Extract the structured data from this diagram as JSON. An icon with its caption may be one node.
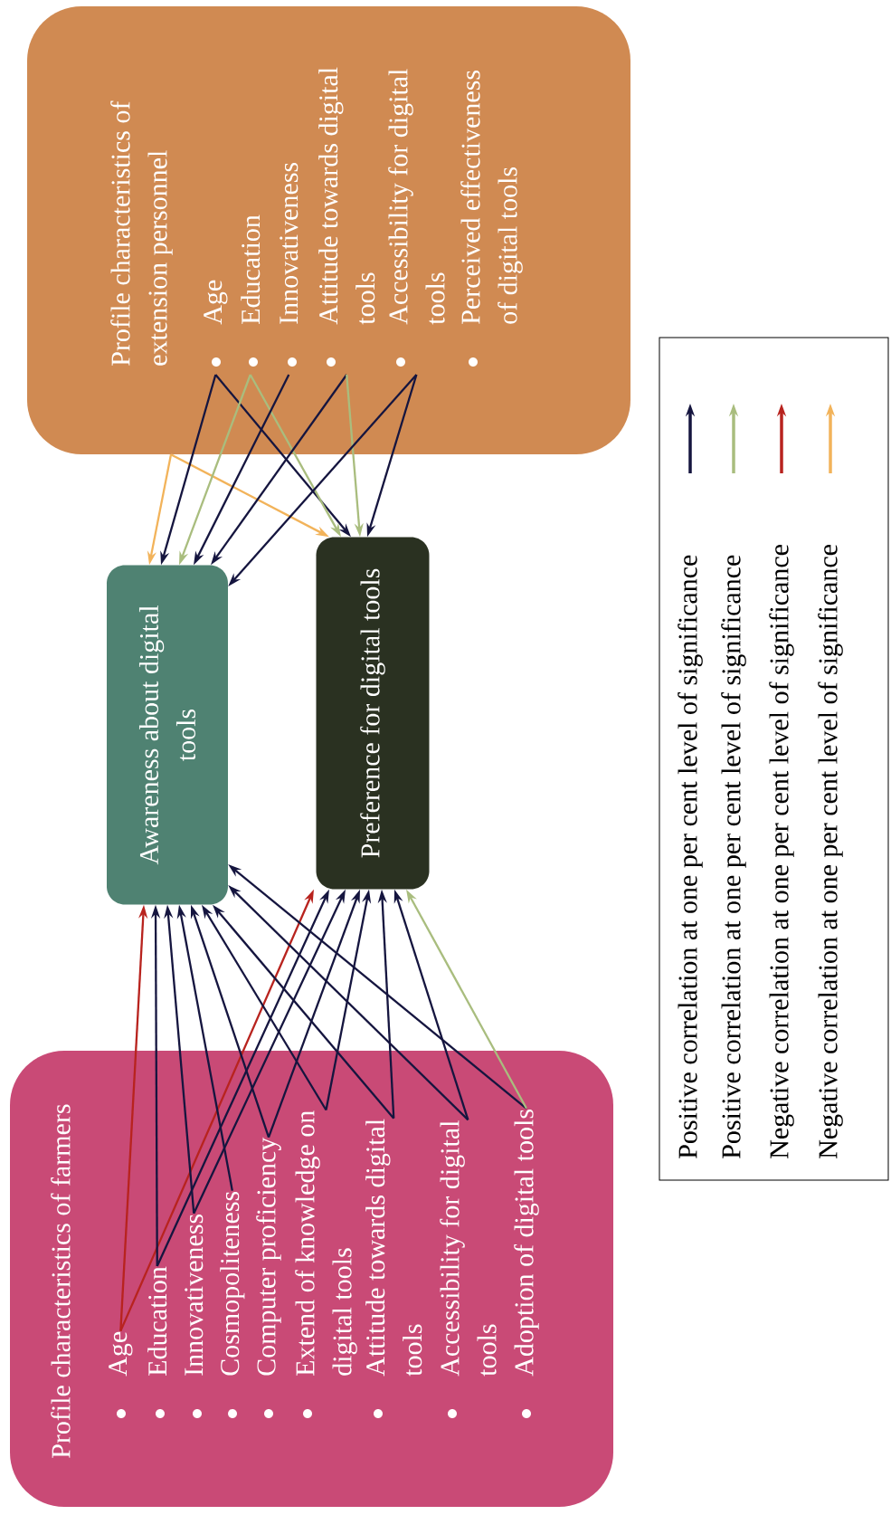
{
  "diagram": {
    "nodes": [
      {
        "text": [
          "Profile characteristics of farmers"
        ]
      },
      {
        "text": [
          "Age"
        ],
        "in": 0
      },
      {
        "text": [
          "Education"
        ],
        "in": 0
      },
      {
        "text": [
          "Innovativeness"
        ],
        "in": 0
      },
      {
        "text": [
          "Cosmopoliteness"
        ],
        "in": 0
      },
      {
        "text": [
          "Computer proficiency"
        ],
        "in": 0
      },
      {
        "text": [
          "Extend of knowledge on digital tools"
        ],
        "in": 0
      },
      {
        "text": [
          "Attitude towards digital tools"
        ],
        "in": 0
      },
      {
        "text": [
          "Accessibility for digital tools"
        ],
        "in": 0
      },
      {
        "text": [
          "Adoption of digital tools"
        ],
        "in": 0
      },
      {
        "text": [
          "Awareness about digital tools"
        ]
      },
      {
        "text": [
          "Preference for digital tools"
        ]
      },
      {
        "text": [
          "Profile characteristics of extension personnel"
        ]
      },
      {
        "text": [
          "Age"
        ],
        "in": 12
      },
      {
        "text": [
          "Education"
        ],
        "in": 12
      },
      {
        "text": [
          "Innovativeness"
        ],
        "in": 12
      },
      {
        "text": [
          "Attitude towards digital tools"
        ],
        "in": 12
      },
      {
        "text": [
          "Accessibility for digital tools"
        ],
        "in": 12
      },
      {
        "text": [
          "Perceived effectiveness of digital tools"
        ],
        "in": 12
      }
    ],
    "edges": [
      {
        "from": 1,
        "to": 10,
        "arrow": "to",
        "color": "#b8231e"
      },
      {
        "from": 1,
        "to": 11,
        "arrow": "to",
        "color": "#b8231e"
      },
      {
        "from": 2,
        "to": 10,
        "arrow": "to"
      },
      {
        "from": 2,
        "to": 11,
        "arrow": "to"
      },
      {
        "from": 3,
        "to": 10,
        "arrow": "to"
      },
      {
        "from": 3,
        "to": 11,
        "arrow": "to"
      },
      {
        "from": 4,
        "to": 10,
        "arrow": "to"
      },
      {
        "from": 5,
        "to": 10,
        "arrow": "to"
      },
      {
        "from": 5,
        "to": 11,
        "arrow": "to"
      },
      {
        "from": 6,
        "to": 10,
        "arrow": "to"
      },
      {
        "from": 6,
        "to": 11,
        "arrow": "to"
      },
      {
        "from": 7,
        "to": 10,
        "arrow": "to"
      },
      {
        "from": 7,
        "to": 11,
        "arrow": "to"
      },
      {
        "from": 8,
        "to": 10,
        "arrow": "to"
      },
      {
        "from": 8,
        "to": 11,
        "arrow": "to"
      },
      {
        "from": 9,
        "to": 10,
        "arrow": "to"
      },
      {
        "from": 9,
        "to": 11,
        "arrow": "to",
        "color": "#a9bd7e"
      },
      {
        "from": 12,
        "to": 10,
        "arrow": "to",
        "color": "#f2b35a"
      },
      {
        "from": 12,
        "to": 11,
        "arrow": "to",
        "color": "#f2b35a"
      },
      {
        "from": 13,
        "to": 10,
        "arrow": "to"
      },
      {
        "from": 13,
        "to": 11,
        "arrow": "to"
      },
      {
        "from": 14,
        "to": 10,
        "arrow": "to",
        "color": "#a9bd7e"
      },
      {
        "from": 14,
        "to": 11,
        "arrow": "to",
        "color": "#a9bd7e"
      },
      {
        "from": 15,
        "to": 10,
        "arrow": "to"
      },
      {
        "from": 16,
        "to": 10,
        "arrow": "to"
      },
      {
        "from": 16,
        "to": 11,
        "arrow": "to",
        "color": "#a9bd7e"
      },
      {
        "from": 17,
        "to": 10,
        "arrow": "to"
      },
      {
        "from": 17,
        "to": 11,
        "arrow": "to"
      }
    ],
    "legend": [
      {
        "text": "Positive correlation at one per cent level of significance"
      },
      {
        "text": "Positive correlation at one per cent level of significance"
      },
      {
        "text": "Negative correlation at one per cent level of significance"
      },
      {
        "text": "Negative correlation at one per cent level of significance"
      }
    ]
  }
}
